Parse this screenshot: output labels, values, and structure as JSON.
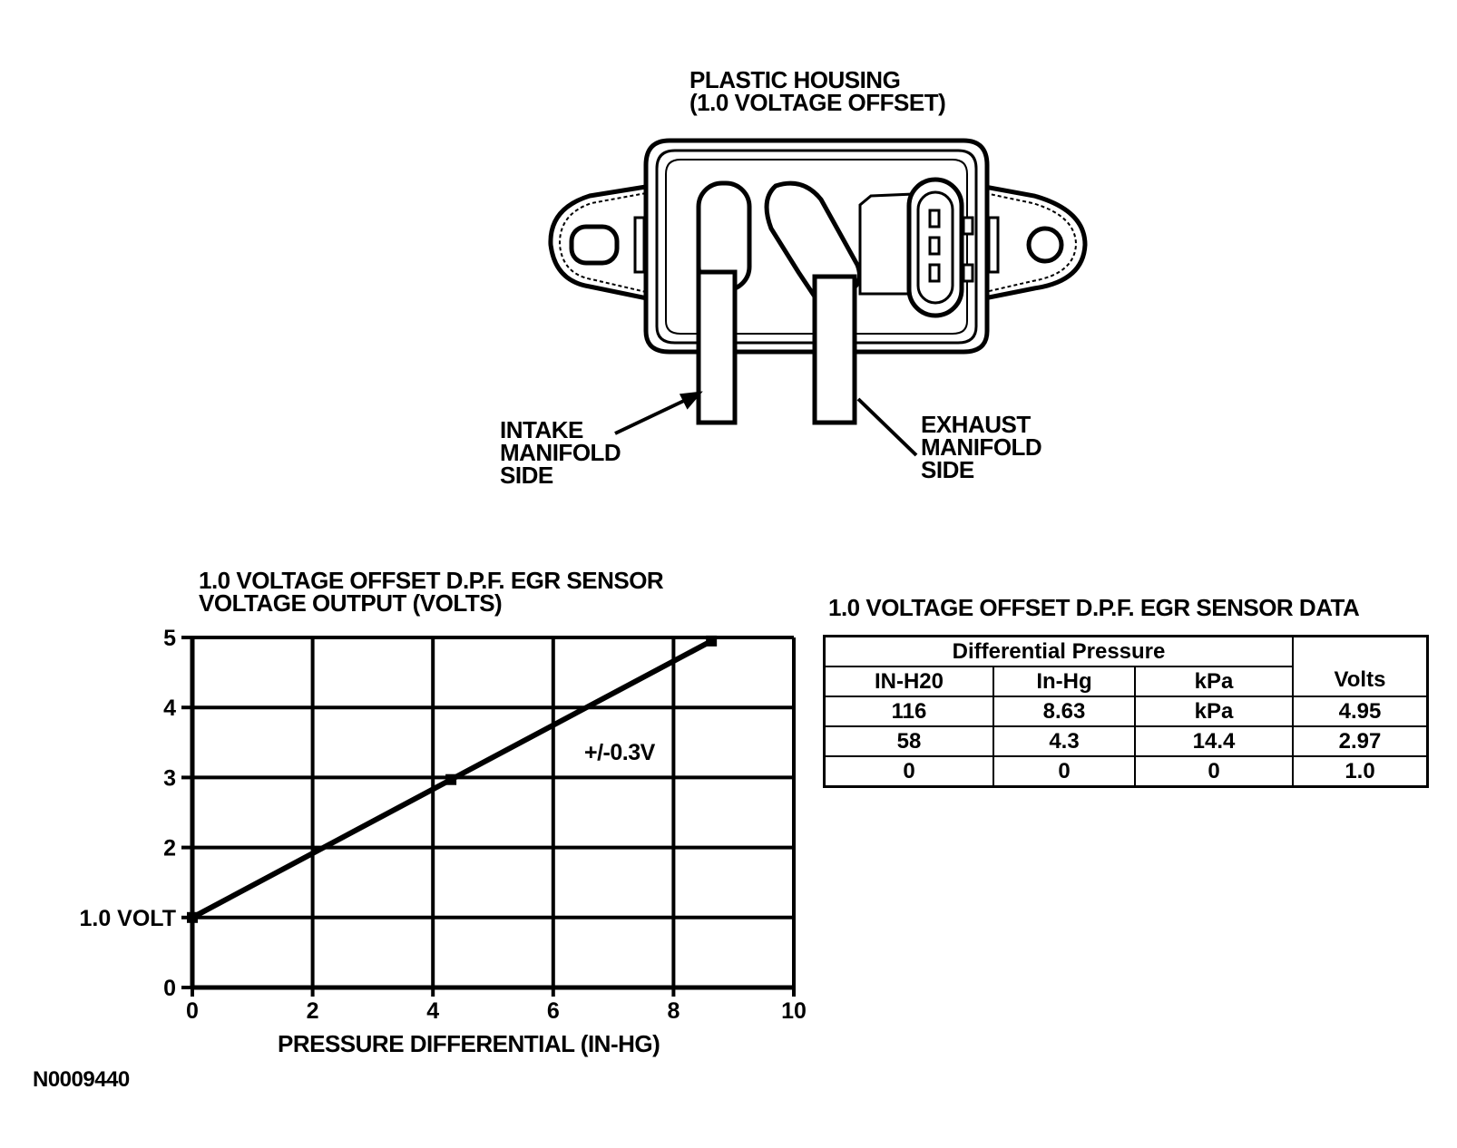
{
  "diagram": {
    "housing_label_line1": "PLASTIC HOUSING",
    "housing_label_line2": "(1.0 VOLTAGE OFFSET)",
    "intake_label_line1": "INTAKE",
    "intake_label_line2": "MANIFOLD",
    "intake_label_line3": "SIDE",
    "exhaust_label_line1": "EXHAUST",
    "exhaust_label_line2": "MANIFOLD",
    "exhaust_label_line3": "SIDE"
  },
  "chart_data": {
    "type": "line",
    "title": "1.0 VOLTAGE OFFSET D.P.F. EGR SENSOR VOLTAGE OUTPUT (VOLTS)",
    "title_line1": "1.0 VOLTAGE OFFSET D.P.F. EGR SENSOR",
    "title_line2": "VOLTAGE OUTPUT (VOLTS)",
    "xlabel": "PRESSURE DIFFERENTIAL (IN-HG)",
    "ylabel": "",
    "xlim": [
      0,
      10
    ],
    "ylim": [
      0,
      5
    ],
    "x_ticks": [
      0,
      2,
      4,
      6,
      8,
      10
    ],
    "y_ticks": [
      0,
      1,
      2,
      3,
      4,
      5
    ],
    "y_tick_labels": [
      "0",
      "1.0 VOLT",
      "2",
      "3",
      "4",
      "5"
    ],
    "grid": true,
    "series": [
      {
        "x": [
          0,
          4.3,
          8.63
        ],
        "y": [
          1.0,
          2.97,
          4.95
        ]
      }
    ],
    "annotation": "+/-0.3V"
  },
  "table": {
    "title": "1.0 VOLTAGE OFFSET D.P.F. EGR SENSOR DATA",
    "group_header": "Differential Pressure",
    "headers": [
      "IN-H20",
      "In-Hg",
      "kPa",
      "Volts"
    ],
    "rows": [
      [
        "116",
        "8.63",
        "kPa",
        "4.95"
      ],
      [
        "58",
        "4.3",
        "14.4",
        "2.97"
      ],
      [
        "0",
        "0",
        "0",
        "1.0"
      ]
    ]
  },
  "figure_id": "N0009440"
}
